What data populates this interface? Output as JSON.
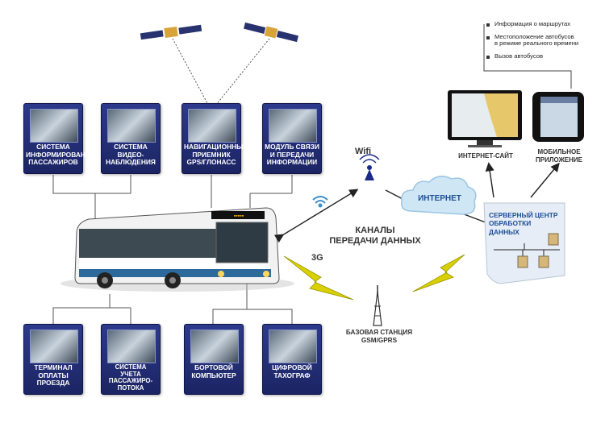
{
  "top_cards": [
    {
      "label": "Система\nинформирования\nпассажиров",
      "icon": "speakers-photo"
    },
    {
      "label": "Система\nвидео-\nнаблюдения",
      "icon": "camera-dome-photo"
    },
    {
      "label": "Навигационный\nприемник\nGPS/ГЛОНАСС",
      "icon": "satellite-photo"
    },
    {
      "label": "Модуль связи\nи передачи\nинформации",
      "icon": "modem-photo"
    }
  ],
  "bottom_cards": [
    {
      "label": "Терминал\nоплаты\nпроезда",
      "icon": "payment-terminal-photo"
    },
    {
      "label": "Система\nучета\nпассажиро-\nпотока",
      "icon": "passenger-counter-photo"
    },
    {
      "label": "Бортовой\nкомпьютер",
      "icon": "onboard-computer-photo"
    },
    {
      "label": "Цифровой\nтахограф",
      "icon": "tachograph-photo"
    }
  ],
  "wifi_label": "Wifi",
  "g3_label": "3G",
  "internet_label": "ИНТЕРНЕТ",
  "channels_label": "КАНАЛЫ\nПЕРЕДАЧИ ДАННЫХ",
  "base_station_label": "БАЗОВАЯ СТАНЦИЯ\nGSM/GPRS",
  "server_label": "СЕРВЕРНЫЙ ЦЕНТР\nОБРАБОТКИ\nДАННЫХ",
  "website_label": "ИНТЕРНЕТ-САЙТ",
  "mobile_label": "МОБИЛЬНОЕ\nПРИЛОЖЕНИЕ",
  "info_items": [
    "Информация о маршрутах",
    "Местоположение автобусов\nв режиме реального времени",
    "Вызов автобусов"
  ],
  "colors": {
    "card_bg": "#2a3585",
    "cloud": "#cfe6f5",
    "lightning": "#d8d000",
    "server": "#e6edf6"
  }
}
